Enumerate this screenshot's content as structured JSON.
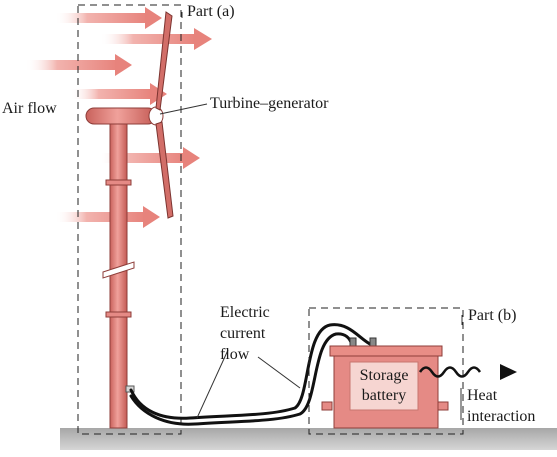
{
  "labels": {
    "part_a": "Part (a)",
    "part_b": "Part (b)",
    "air_flow": "Air flow",
    "turbine_generator": "Turbine–generator",
    "electric_current_line1": "Electric",
    "electric_current_line2": "current",
    "electric_current_line3": "flow",
    "storage_line1": "Storage",
    "storage_line2": "battery",
    "heat_line1": "Heat",
    "heat_line2": "interaction"
  },
  "colors": {
    "tower": "#e58a85",
    "tower_dark": "#b5534e",
    "battery": "#e88d86",
    "battery_label_bg": "#f6d5d1",
    "arrow": "#ec9a94",
    "ground": "#8f8f8f",
    "wire": "#111111"
  }
}
